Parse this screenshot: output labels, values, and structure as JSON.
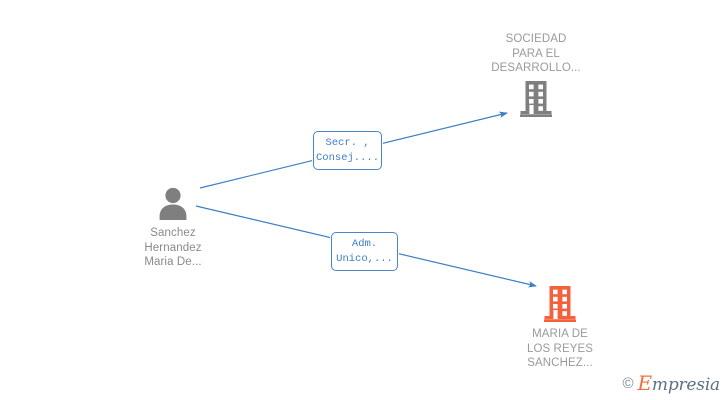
{
  "diagram": {
    "title": "Empresia relationship diagram",
    "background_color": "#ffffff",
    "edge_color": "#3d7ec4",
    "person_color": "#7f7f7f",
    "company_gray_color": "#7f7f7f",
    "company_orange_color": "#f4613c",
    "label_text_color": "#3d7ec4",
    "label_border_color": "#4a86c8",
    "name_text_color": "#8a8a8a"
  },
  "person": {
    "icon": "person-icon",
    "name": "Sanchez\nHernandez\nMaria De..."
  },
  "companies": [
    {
      "id": "company-top",
      "icon": "building-icon",
      "icon_color": "#7f7f7f",
      "name": "SOCIEDAD\nPARA EL\nDESARROLLO..."
    },
    {
      "id": "company-bottom",
      "icon": "building-icon",
      "icon_color": "#f4613c",
      "name": "MARIA DE\nLOS REYES\nSANCHEZ..."
    }
  ],
  "relations": [
    {
      "id": "relation-secretary",
      "label": "Secr. ,\nConsej....",
      "from": "person",
      "to": "company-top"
    },
    {
      "id": "relation-admin",
      "label": "Adm.\nUnico,...",
      "from": "person",
      "to": "company-bottom"
    }
  ],
  "watermark": {
    "copyright": "©",
    "brand_initial": "E",
    "brand_rest": "mpresia"
  }
}
